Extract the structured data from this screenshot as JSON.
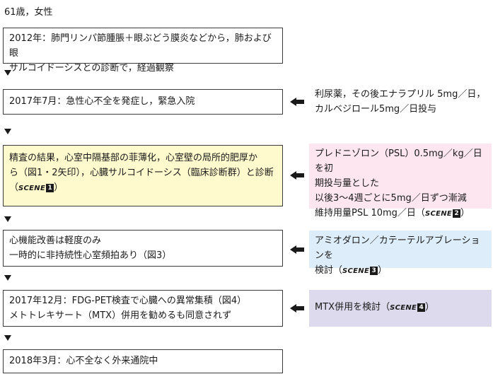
{
  "patient": "61歳，女性",
  "steps": [
    {
      "lines": [
        "2012年：肺門リンパ節腫脹＋眼ぶどう膜炎などから，肺および眼",
        "サルコイドーシスとの診断で，経過観察"
      ]
    },
    {
      "lines": [
        "2017年7月：急性心不全を発症し，緊急入院"
      ]
    },
    {
      "lines": [
        "精査の結果，心室中隔基部の菲薄化，心室壁の局所的肥厚か",
        "ら（図1・2矢印），心臓サルコイドーシス（臨床診断群）と診断",
        "（"
      ],
      "scene_label": "SCENE",
      "scene_num": "1",
      "scene_after": "）"
    },
    {
      "lines": [
        "心機能改善は軽度のみ",
        "一時的に非持続性心室頻拍あり（図3）"
      ]
    },
    {
      "lines": [
        "2017年12月：FDG-PET検査で心臓への異常集積（図4）",
        "メトトレキサート（MTX）併用を勧めるも同意されず"
      ]
    },
    {
      "lines": [
        "2018年3月：心不全なく外来通院中"
      ]
    }
  ],
  "treatments": [
    {
      "lines": [
        "利尿薬，その後エナラプリル 5mg／日，",
        "カルベジロール5mg／日投与"
      ]
    },
    {
      "lines": [
        "プレドニゾロン（PSL）0.5mg／kg／日を初",
        "期投与量とした",
        "以後3～4週ごとに5mg／日ずつ漸減",
        "維持用量PSL 10mg／日（"
      ],
      "scene_label": "SCENE",
      "scene_num": "2",
      "scene_after": "）"
    },
    {
      "lines": [
        "アミオダロン／カテーテルアブレーションを",
        "検討（"
      ],
      "scene_label": "SCENE",
      "scene_num": "3",
      "scene_after": "）"
    },
    {
      "lines": [
        "MTX併用を検討（"
      ],
      "scene_label": "SCENE",
      "scene_num": "4",
      "scene_after": "）"
    }
  ],
  "colors": {
    "highlight_yellow": "#fffacd",
    "pink": "#fde6ef",
    "blue": "#ddeefa",
    "purple": "#dcdaec"
  }
}
